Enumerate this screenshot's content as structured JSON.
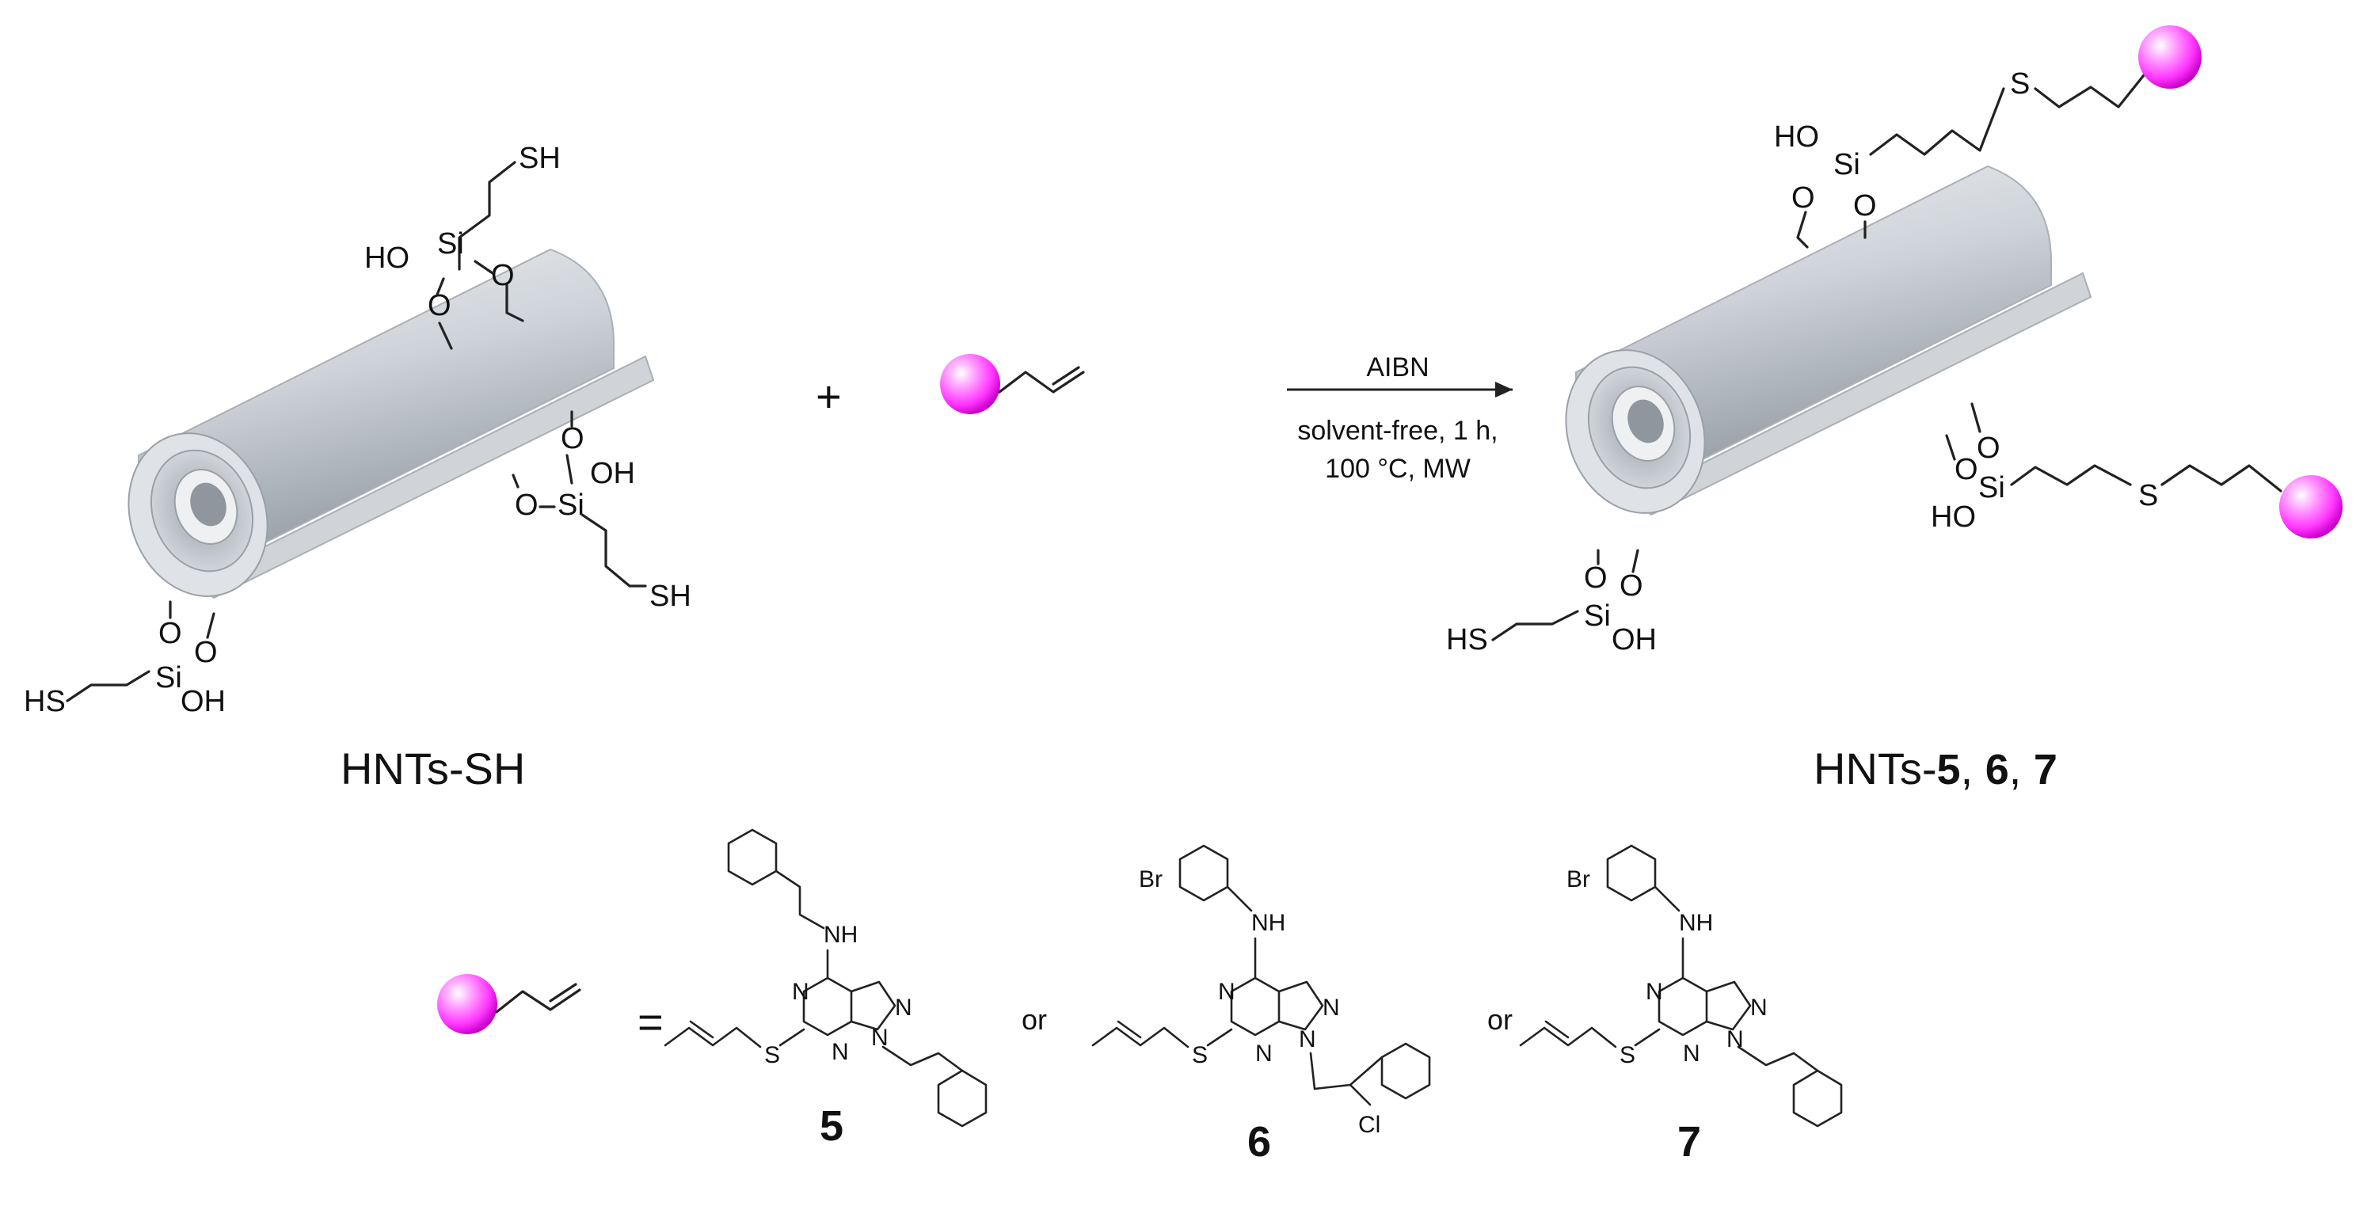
{
  "reactant": {
    "label": "HNTs-SH"
  },
  "plus": "+",
  "conditions": {
    "reagent": "AIBN",
    "line1": "solvent-free, 1 h,",
    "line2": "100 °C, MW"
  },
  "product": {
    "prefix": "HNTs-",
    "c5": "5",
    "sep1": ", ",
    "c6": "6",
    "sep2": ", ",
    "c7": "7"
  },
  "legend": {
    "equals": "=",
    "or1": "or",
    "or2": "or"
  },
  "compounds": [
    {
      "id": "5",
      "label": "5"
    },
    {
      "id": "6",
      "label": "6"
    },
    {
      "id": "7",
      "label": "7"
    }
  ],
  "atoms": {
    "SH": "SH",
    "HS": "HS",
    "HO": "HO",
    "OH": "OH",
    "Si": "Si",
    "O": "O",
    "S": "S",
    "NH": "NH",
    "N": "N",
    "Br": "Br",
    "Cl": "Cl"
  },
  "colors": {
    "sphere": "#ff33ff",
    "tube": "#c9ced4",
    "ink": "#111111"
  }
}
